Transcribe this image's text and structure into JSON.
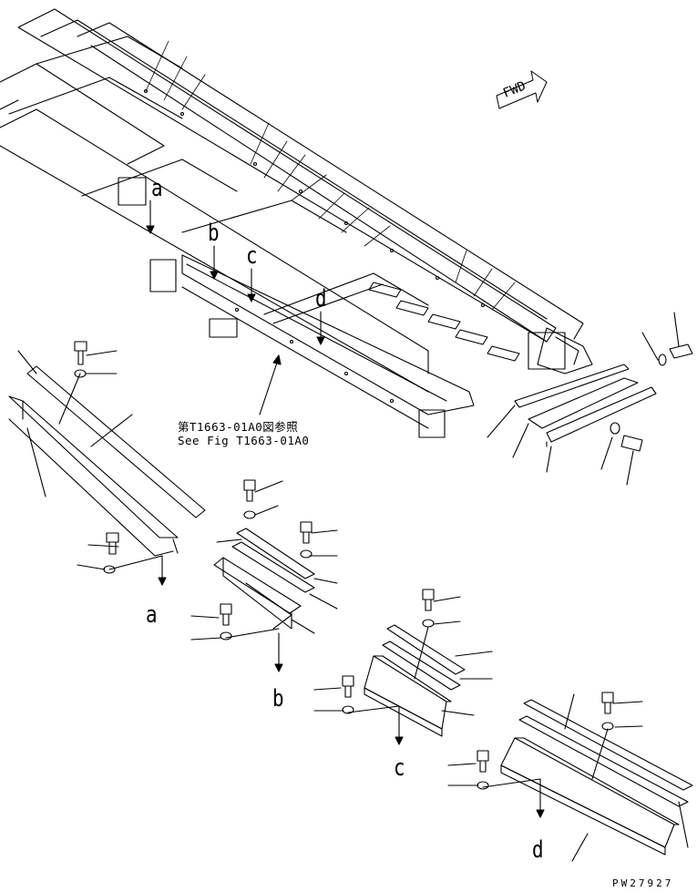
{
  "diagram": {
    "fwd_label": "FWD",
    "reference_jp": "第T1663-01A0図参照",
    "reference_en": "See Fig T1663-01A0",
    "detail_markers": [
      "a",
      "b",
      "c",
      "d"
    ],
    "drawing_code": "PW27927"
  }
}
